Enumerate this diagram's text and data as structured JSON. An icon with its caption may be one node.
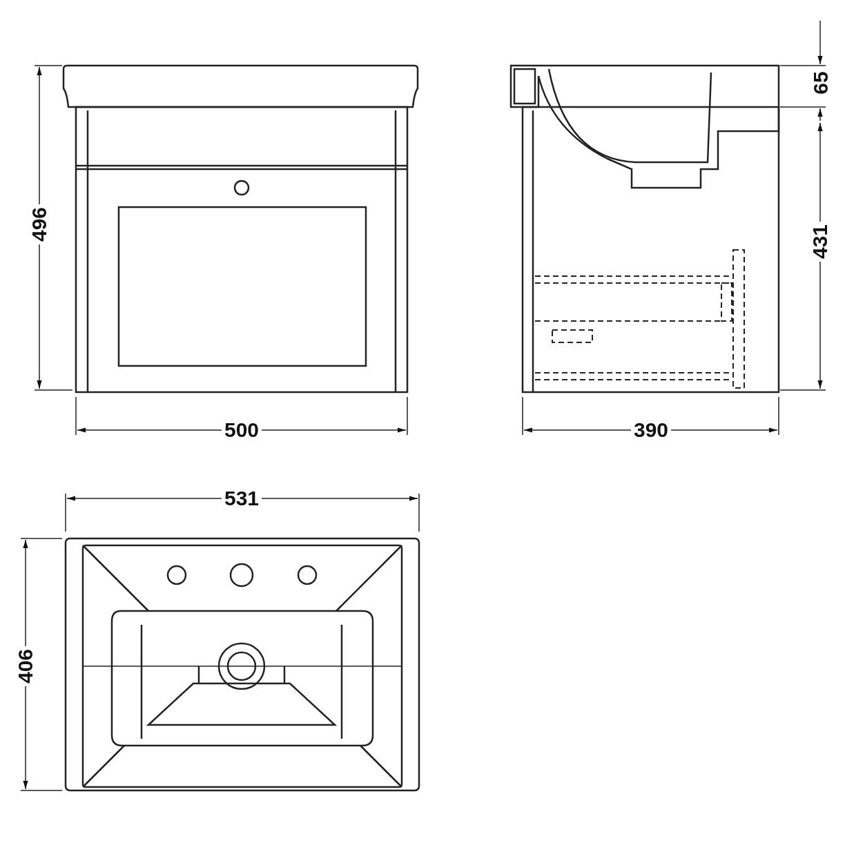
{
  "diagram": {
    "labels": [
      "496",
      "500",
      "65",
      "431",
      "390",
      "531",
      "406"
    ]
  }
}
